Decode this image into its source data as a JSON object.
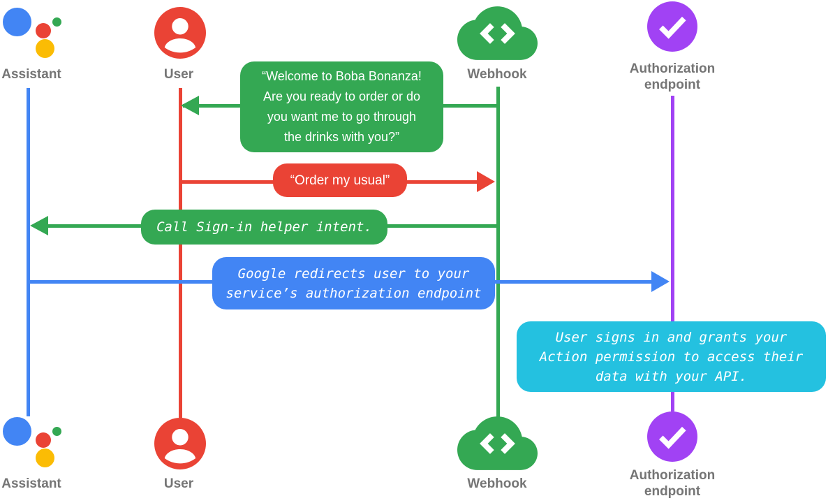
{
  "diagram": {
    "title_hint": "Account linking sign-in sequence diagram",
    "actors": {
      "assistant": {
        "label": "Assistant",
        "icon": "google-assistant-logo",
        "lifeline_color": "#4285F4"
      },
      "user": {
        "label": "User",
        "icon": "person-circle",
        "lifeline_color": "#EA4335"
      },
      "webhook": {
        "label": "Webhook",
        "icon": "code-cloud",
        "lifeline_color": "#34A853"
      },
      "auth": {
        "label": "Authorization endpoint",
        "icon": "check-circle",
        "lifeline_color": "#A142F4"
      }
    },
    "messages": {
      "welcome": {
        "from": "Webhook",
        "to": "User",
        "color": "#34A853",
        "text_style": "sans",
        "lines": [
          "“Welcome to Boba Bonanza!",
          "Are you ready to order or do",
          "you want me to go through",
          "the drinks with you?”"
        ]
      },
      "order": {
        "from": "User",
        "to": "Webhook",
        "color": "#EA4335",
        "text_style": "sans",
        "text": "“Order my usual”"
      },
      "signin": {
        "from": "Webhook",
        "to": "Assistant",
        "color": "#34A853",
        "text_style": "mono-italic",
        "text": "Call Sign-in helper intent."
      },
      "redirect": {
        "from": "Assistant",
        "to": "Authorization endpoint",
        "color": "#4285F4",
        "text_style": "mono-italic",
        "lines": [
          "Google redirects user to your",
          "service’s authorization endpoint"
        ]
      },
      "grant": {
        "at": "Authorization endpoint",
        "color": "#24C1E0",
        "text_style": "mono-italic",
        "lines": [
          "User signs in and grants your",
          "Action permission to access their",
          "data with your API."
        ]
      }
    },
    "colors": {
      "google_blue": "#4285F4",
      "google_red": "#EA4335",
      "google_green": "#34A853",
      "google_yellow": "#FBBC04",
      "purple": "#A142F4",
      "cyan": "#24C1E0",
      "label_gray": "#757575"
    }
  }
}
